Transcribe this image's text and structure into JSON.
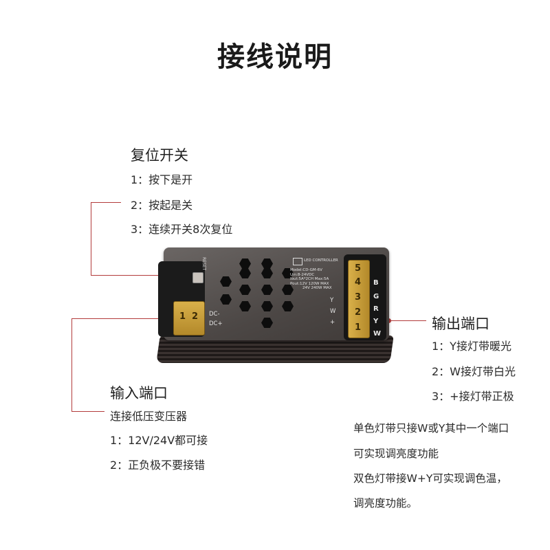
{
  "title": "接线说明",
  "reset_switch": {
    "heading": "复位开关",
    "items": [
      "1：按下是开",
      "2：按起是关",
      "3：连续开关8次复位"
    ]
  },
  "output_port": {
    "heading": "输出端口",
    "items": [
      "1：Y接灯带暖光",
      "2：W接灯带白光",
      "3：+接灯带正极"
    ]
  },
  "input_port": {
    "heading": "输入端口",
    "subtitle": "连接低压变压器",
    "items": [
      "1：12V/24V都可接",
      "2：正负极不要接错"
    ]
  },
  "note_lines": [
    "单色灯带只接W或Y其中一个端口",
    "可实现调亮度功能",
    "双色灯带接W+Y可实现调色温，",
    "调亮度功能。"
  ],
  "device": {
    "top_label": "LED CONTROLLER",
    "spec_lines": [
      "Model:CD-GM-6V",
      "Uin:8-24VDC",
      "Iout:5A*2CH  Max:5A",
      "Pout:12V 120W MAX",
      "24V 240W MAX"
    ],
    "reset_text": "RESET",
    "side_letters": [
      "Y",
      "W",
      "+"
    ],
    "dc_labels": [
      "DC-",
      "DC+"
    ],
    "in_terminal_numbers": [
      "1",
      "2"
    ],
    "out_terminal_numbers": [
      "1",
      "2",
      "3",
      "4",
      "5"
    ],
    "pin_letters": [
      "B",
      "G",
      "R",
      "Y",
      "W"
    ]
  },
  "colors": {
    "leader_line": "#b23a3a",
    "terminal": "#d9b04a",
    "housing": "#4c4745"
  }
}
